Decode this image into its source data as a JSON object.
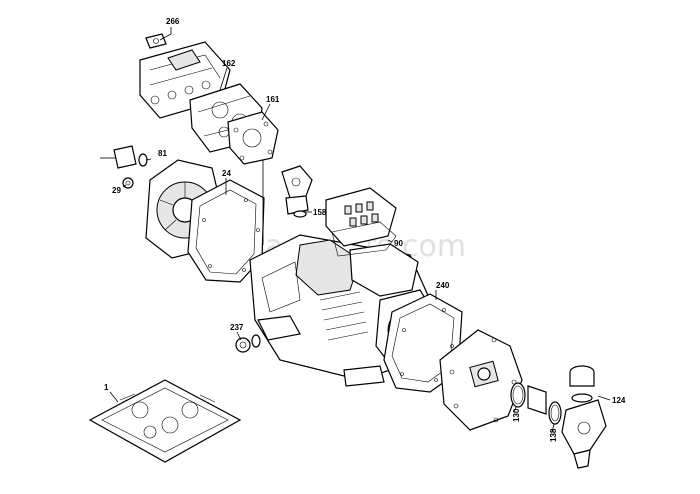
{
  "watermark": "hvacsparts.com",
  "callouts": {
    "p266": "266",
    "p162": "162",
    "p161": "161",
    "p81": "81",
    "p29": "29",
    "p24": "24",
    "p158": "158",
    "p90": "90",
    "p240": "240",
    "p237": "237",
    "p1": "1",
    "p124": "124",
    "p130": "130",
    "p138": "138"
  }
}
